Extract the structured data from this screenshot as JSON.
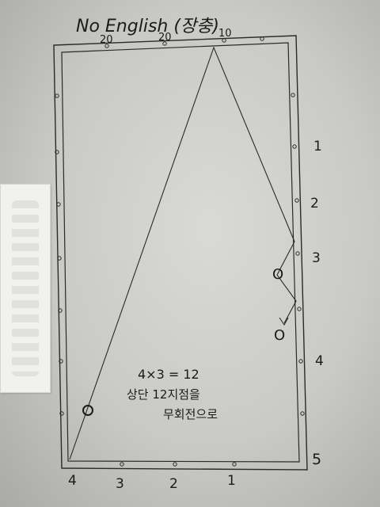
{
  "title": "No English (장충)",
  "top_diamond_labels": [
    "20",
    "20",
    "10"
  ],
  "right_diamond_labels": [
    "1",
    "2",
    "3",
    "4",
    "5"
  ],
  "bottom_diamond_labels": [
    "4",
    "3",
    "2",
    "1"
  ],
  "ball_marks": [
    "O",
    "O"
  ],
  "annotation": {
    "formula": "4×3 = 12",
    "line2": "상단 12지점을",
    "line3": "무회전으로"
  }
}
